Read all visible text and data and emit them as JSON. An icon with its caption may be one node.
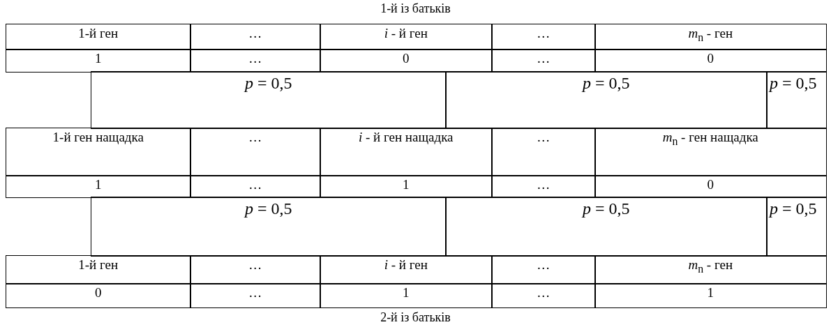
{
  "diagram": {
    "title": "1-й із батьків",
    "caption": "2-й із батьків",
    "labels": [
      "1-й ген",
      "…",
      "*i* - й ген",
      "…",
      "*m*$_{n}$ - ген",
      "1",
      "…",
      "0",
      "…",
      "0",
      "*p* = 0,5",
      "*p* = 0,5",
      "*p* = 0,5",
      "1-й ген нащадка",
      "…",
      "*i* - й ген нащадка",
      "…",
      "*m*$_{n}$ - ген нащадка",
      "1",
      "…",
      "1",
      "…",
      "0",
      "*p* = 0,5",
      "*p* = 0,5",
      "*p* = 0,5",
      "1-й ген",
      "…",
      "*i* - й ген",
      "…",
      "*m*$_{n}$ - ген",
      "0",
      "…",
      "1",
      "…",
      "1"
    ]
  }
}
